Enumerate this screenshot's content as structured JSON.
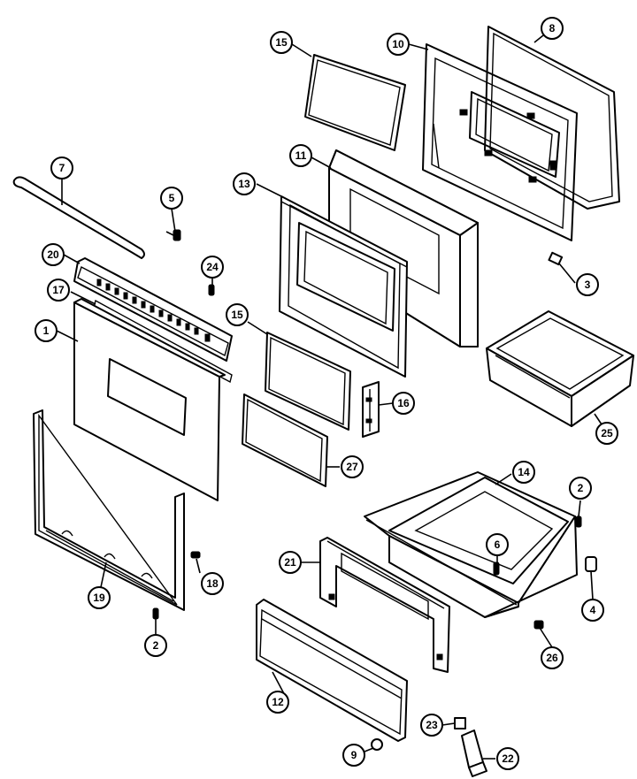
{
  "callouts": [
    {
      "id": "c15a",
      "label": "15"
    },
    {
      "id": "c10",
      "label": "10"
    },
    {
      "id": "c8a",
      "label": "8"
    },
    {
      "id": "c7",
      "label": "7"
    },
    {
      "id": "c5",
      "label": "5"
    },
    {
      "id": "c11",
      "label": "11"
    },
    {
      "id": "c13",
      "label": "13"
    },
    {
      "id": "c20",
      "label": "20"
    },
    {
      "id": "c24",
      "label": "24"
    },
    {
      "id": "c17",
      "label": "17"
    },
    {
      "id": "c1",
      "label": "1"
    },
    {
      "id": "c15b",
      "label": "15"
    },
    {
      "id": "c3",
      "label": "3"
    },
    {
      "id": "c25",
      "label": "25"
    },
    {
      "id": "c16",
      "label": "16"
    },
    {
      "id": "c27",
      "label": "27"
    },
    {
      "id": "c14",
      "label": "14"
    },
    {
      "id": "c2a",
      "label": "2"
    },
    {
      "id": "c6",
      "label": "6"
    },
    {
      "id": "c21",
      "label": "21"
    },
    {
      "id": "c18",
      "label": "18"
    },
    {
      "id": "c19",
      "label": "19"
    },
    {
      "id": "c2b",
      "label": "2"
    },
    {
      "id": "c4",
      "label": "4"
    },
    {
      "id": "c26",
      "label": "26"
    },
    {
      "id": "c12",
      "label": "12"
    },
    {
      "id": "c23",
      "label": "23"
    },
    {
      "id": "c9",
      "label": "9"
    },
    {
      "id": "c22",
      "label": "22"
    }
  ]
}
